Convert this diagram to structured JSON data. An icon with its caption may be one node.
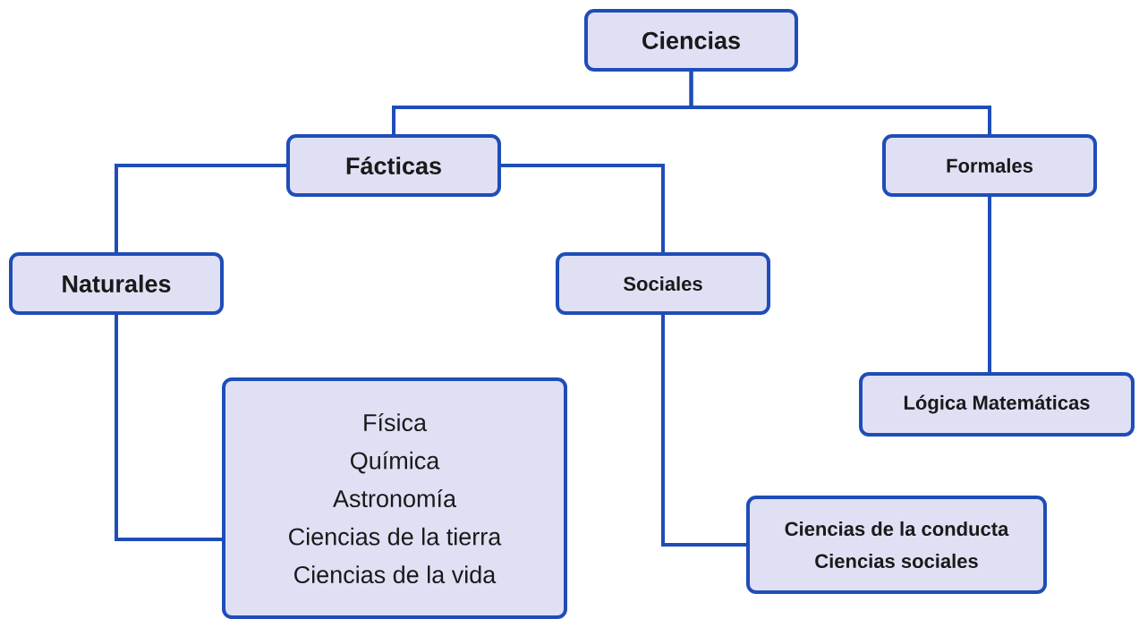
{
  "diagram": {
    "nodes": [
      {
        "text": [
          "Ciencias"
        ]
      },
      {
        "text": [
          "Fácticas"
        ]
      },
      {
        "text": [
          "Formales"
        ]
      },
      {
        "text": [
          "Naturales"
        ]
      },
      {
        "text": [
          "Sociales"
        ]
      },
      {
        "text": [
          "Física",
          "Química",
          "Astronomía",
          "Ciencias de la tierra",
          "Ciencias de la vida"
        ]
      },
      {
        "text": [
          "Lógica Matemáticas"
        ]
      },
      {
        "text": [
          "Ciencias de la conducta",
          "Ciencias sociales"
        ]
      }
    ],
    "edges": [
      {
        "from": 0,
        "to": 1,
        "arrow": "none"
      },
      {
        "from": 0,
        "to": 2,
        "arrow": "none"
      },
      {
        "from": 1,
        "to": 3,
        "arrow": "none"
      },
      {
        "from": 1,
        "to": 4,
        "arrow": "none"
      },
      {
        "from": 2,
        "to": 6,
        "arrow": "none"
      },
      {
        "from": 3,
        "to": 5,
        "arrow": "none"
      },
      {
        "from": 4,
        "to": 7,
        "arrow": "none"
      }
    ]
  }
}
